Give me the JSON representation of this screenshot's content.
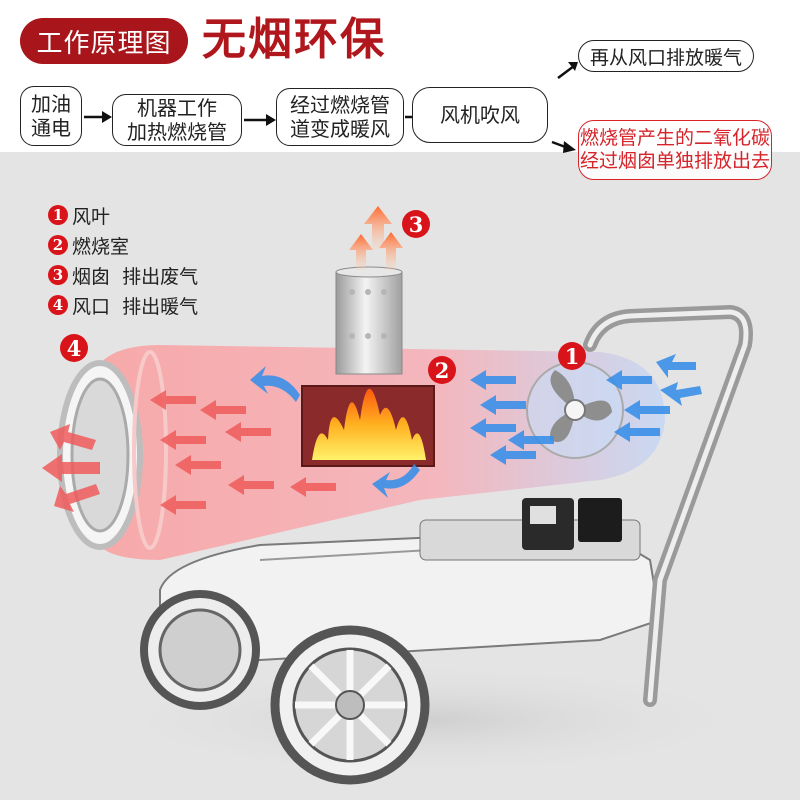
{
  "header": {
    "label_pill": "工作原理图",
    "title": "无烟环保"
  },
  "flow": {
    "steps": [
      {
        "line1": "加油",
        "line2": "通电"
      },
      {
        "line1": "机器工作",
        "line2": "加热燃烧管"
      },
      {
        "line1": "经过燃烧管",
        "line2": "道变成暖风"
      },
      {
        "line1": "风机吹风",
        "line2": ""
      }
    ],
    "outcome_top": "再从风口排放暖气",
    "outcome_bottom": {
      "line1": "燃烧管产生的二氧化碳",
      "line2": "经过烟囱单独排放出去"
    }
  },
  "legend": {
    "items": [
      {
        "num": "1",
        "label": "风叶"
      },
      {
        "num": "2",
        "label": "燃烧室"
      },
      {
        "num": "3",
        "label": "烟囱  排出废气"
      },
      {
        "num": "4",
        "label": "风口  排出暖气"
      }
    ]
  },
  "callouts": {
    "fan": "1",
    "chamber": "2",
    "chimney": "3",
    "outlet": "4"
  },
  "colors": {
    "brand_red": "#a8161b",
    "badge_red": "#d8141a",
    "warm_air": "#f26a6a",
    "cool_air": "#3b8fe8",
    "flame": "#ff8a1a",
    "background_gray": "#e4e4e4"
  }
}
